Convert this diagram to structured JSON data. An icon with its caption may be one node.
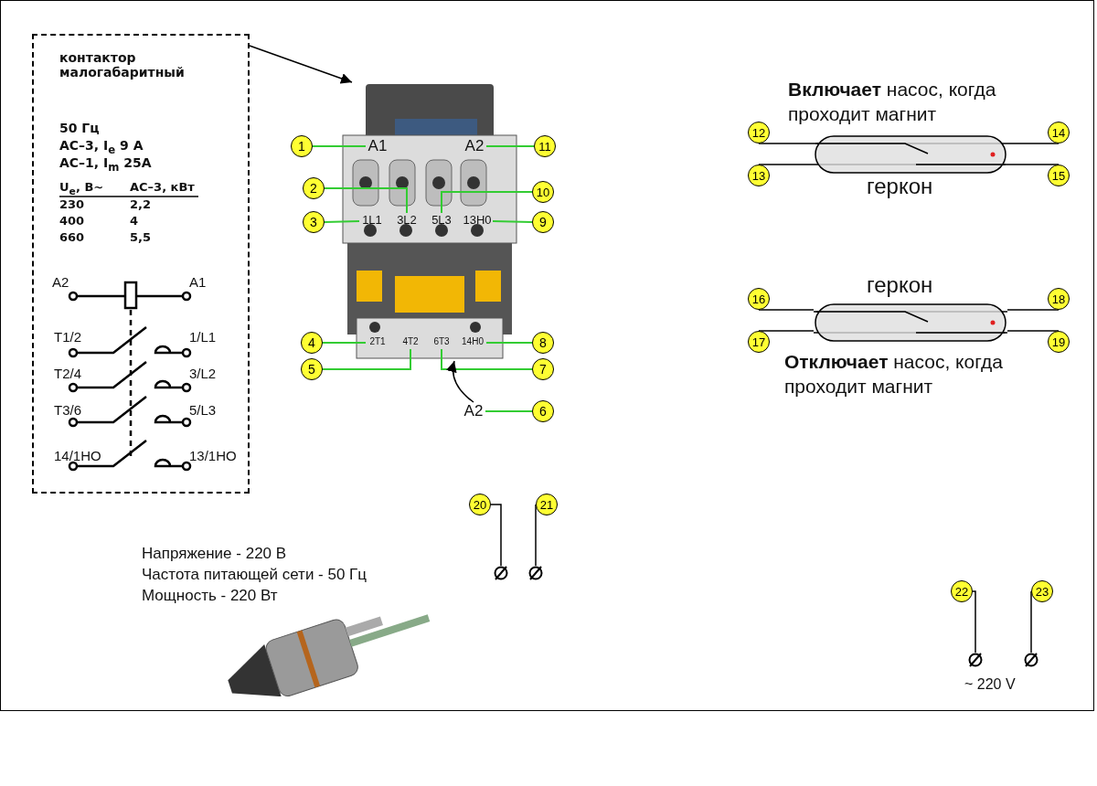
{
  "diagram": {
    "nodes": [
      {
        "text": [
          "контактор малогабаритный",
          "50 Гц",
          "АС–3,  I$_{e}$  9 А",
          "АС–1,  I$_{m}$  25А"
        ]
      },
      {
        "text": [],
        "shape": "picture"
      },
      {
        "text": [
          "A1"
        ],
        "in": 1
      },
      {
        "text": [
          "A2"
        ],
        "in": 1
      },
      {
        "text": [
          "1L1"
        ],
        "in": 1
      },
      {
        "text": [
          "3L2"
        ],
        "in": 1
      },
      {
        "text": [
          "5L3"
        ],
        "in": 1
      },
      {
        "text": [
          "13H0"
        ],
        "in": 1
      },
      {
        "text": [
          "2T1"
        ],
        "in": 1
      },
      {
        "text": [
          "4T2"
        ],
        "in": 1
      },
      {
        "text": [
          "6T3"
        ],
        "in": 1
      },
      {
        "text": [
          "14H0"
        ],
        "in": 1
      },
      {
        "text": [
          "A2"
        ]
      },
      {
        "text": [
          "1"
        ]
      },
      {
        "text": [
          "2"
        ]
      },
      {
        "text": [
          "3"
        ]
      },
      {
        "text": [
          "4"
        ]
      },
      {
        "text": [
          "5"
        ]
      },
      {
        "text": [
          "6"
        ]
      },
      {
        "text": [
          "7"
        ]
      },
      {
        "text": [
          "8"
        ]
      },
      {
        "text": [
          "9"
        ]
      },
      {
        "text": [
          "10"
        ]
      },
      {
        "text": [
          "11"
        ]
      },
      {
        "text": [
          "геркон"
        ],
        "beside": [
          "**Включает** насос, когда проходит магнит"
        ]
      },
      {
        "text": [
          "12"
        ]
      },
      {
        "text": [
          "13"
        ]
      },
      {
        "text": [
          "14"
        ]
      },
      {
        "text": [
          "15"
        ]
      },
      {
        "text": [
          "геркон"
        ],
        "beside": [
          "**Отключает** насос, когда проходит магнит"
        ]
      },
      {
        "text": [
          "16"
        ]
      },
      {
        "text": [
          "17"
        ]
      },
      {
        "text": [
          "18"
        ]
      },
      {
        "text": [
          "19"
        ]
      },
      {
        "text": [],
        "shape": "picture",
        "beside": [
          "Напряжение  - 220 В",
          "Частота питающей сети - 50 Гц",
          "Мощность - 220 Вт"
        ]
      },
      {
        "text": [
          "20"
        ]
      },
      {
        "text": [
          "21"
        ]
      },
      {
        "text": [],
        "shape": "circle"
      },
      {
        "text": [],
        "shape": "circle"
      },
      {
        "text": [
          "22"
        ]
      },
      {
        "text": [
          "23"
        ]
      },
      {
        "text": [],
        "shape": "circle"
      },
      {
        "text": [],
        "shape": "circle"
      }
    ],
    "edges": [
      {
        "from": 0,
        "to": 1,
        "arrow": "to"
      },
      {
        "from": 13,
        "to": 2,
        "arrow": "none",
        "color": "#33cc33"
      },
      {
        "from": 23,
        "to": 3,
        "arrow": "none",
        "color": "#33cc33"
      },
      {
        "from": 14,
        "to": 5,
        "arrow": "none",
        "color": "#33cc33"
      },
      {
        "from": 15,
        "to": 4,
        "arrow": "none",
        "color": "#33cc33"
      },
      {
        "from": 22,
        "to": 6,
        "arrow": "none",
        "color": "#33cc33"
      },
      {
        "from": 21,
        "to": 7,
        "arrow": "none",
        "color": "#33cc33"
      },
      {
        "from": 16,
        "to": 8,
        "arrow": "none",
        "color": "#33cc33"
      },
      {
        "from": 17,
        "to": 9,
        "arrow": "none",
        "color": "#33cc33"
      },
      {
        "from": 19,
        "to": 10,
        "arrow": "none",
        "color": "#33cc33"
      },
      {
        "from": 20,
        "to": 11,
        "arrow": "none",
        "color": "#33cc33"
      },
      {
        "from": 18,
        "to": 12,
        "arrow": "none",
        "color": "#33cc33"
      },
      {
        "from": 12,
        "to": 1,
        "arrow": "to"
      },
      {
        "from": 25,
        "to": 24,
        "arrow": "none"
      },
      {
        "from": 26,
        "to": 24,
        "arrow": "none"
      },
      {
        "from": 24,
        "to": 27,
        "arrow": "none"
      },
      {
        "from": 24,
        "to": 28,
        "arrow": "none"
      },
      {
        "from": 30,
        "to": 29,
        "arrow": "none"
      },
      {
        "from": 31,
        "to": 29,
        "arrow": "none"
      },
      {
        "from": 29,
        "to": 32,
        "arrow": "none"
      },
      {
        "from": 29,
        "to": 33,
        "arrow": "none"
      },
      {
        "from": 35,
        "to": 37,
        "arrow": "none"
      },
      {
        "from": 36,
        "to": 38,
        "arrow": "none"
      },
      {
        "from": 39,
        "to": 41,
        "arrow": "none"
      },
      {
        "from": 40,
        "to": 42,
        "arrow": "none"
      }
    ],
    "labels": [
      "U$_{e}$, В~",
      "АС–3, кВт",
      "230",
      "2,2",
      "400",
      "4",
      "660",
      "5,5",
      "A2",
      "A1",
      "T1/2",
      "1/L1",
      "T2/4",
      "3/L2",
      "T3/6",
      "5/L3",
      "14/1НО",
      "13/1НО",
      "~ 220 V"
    ]
  }
}
